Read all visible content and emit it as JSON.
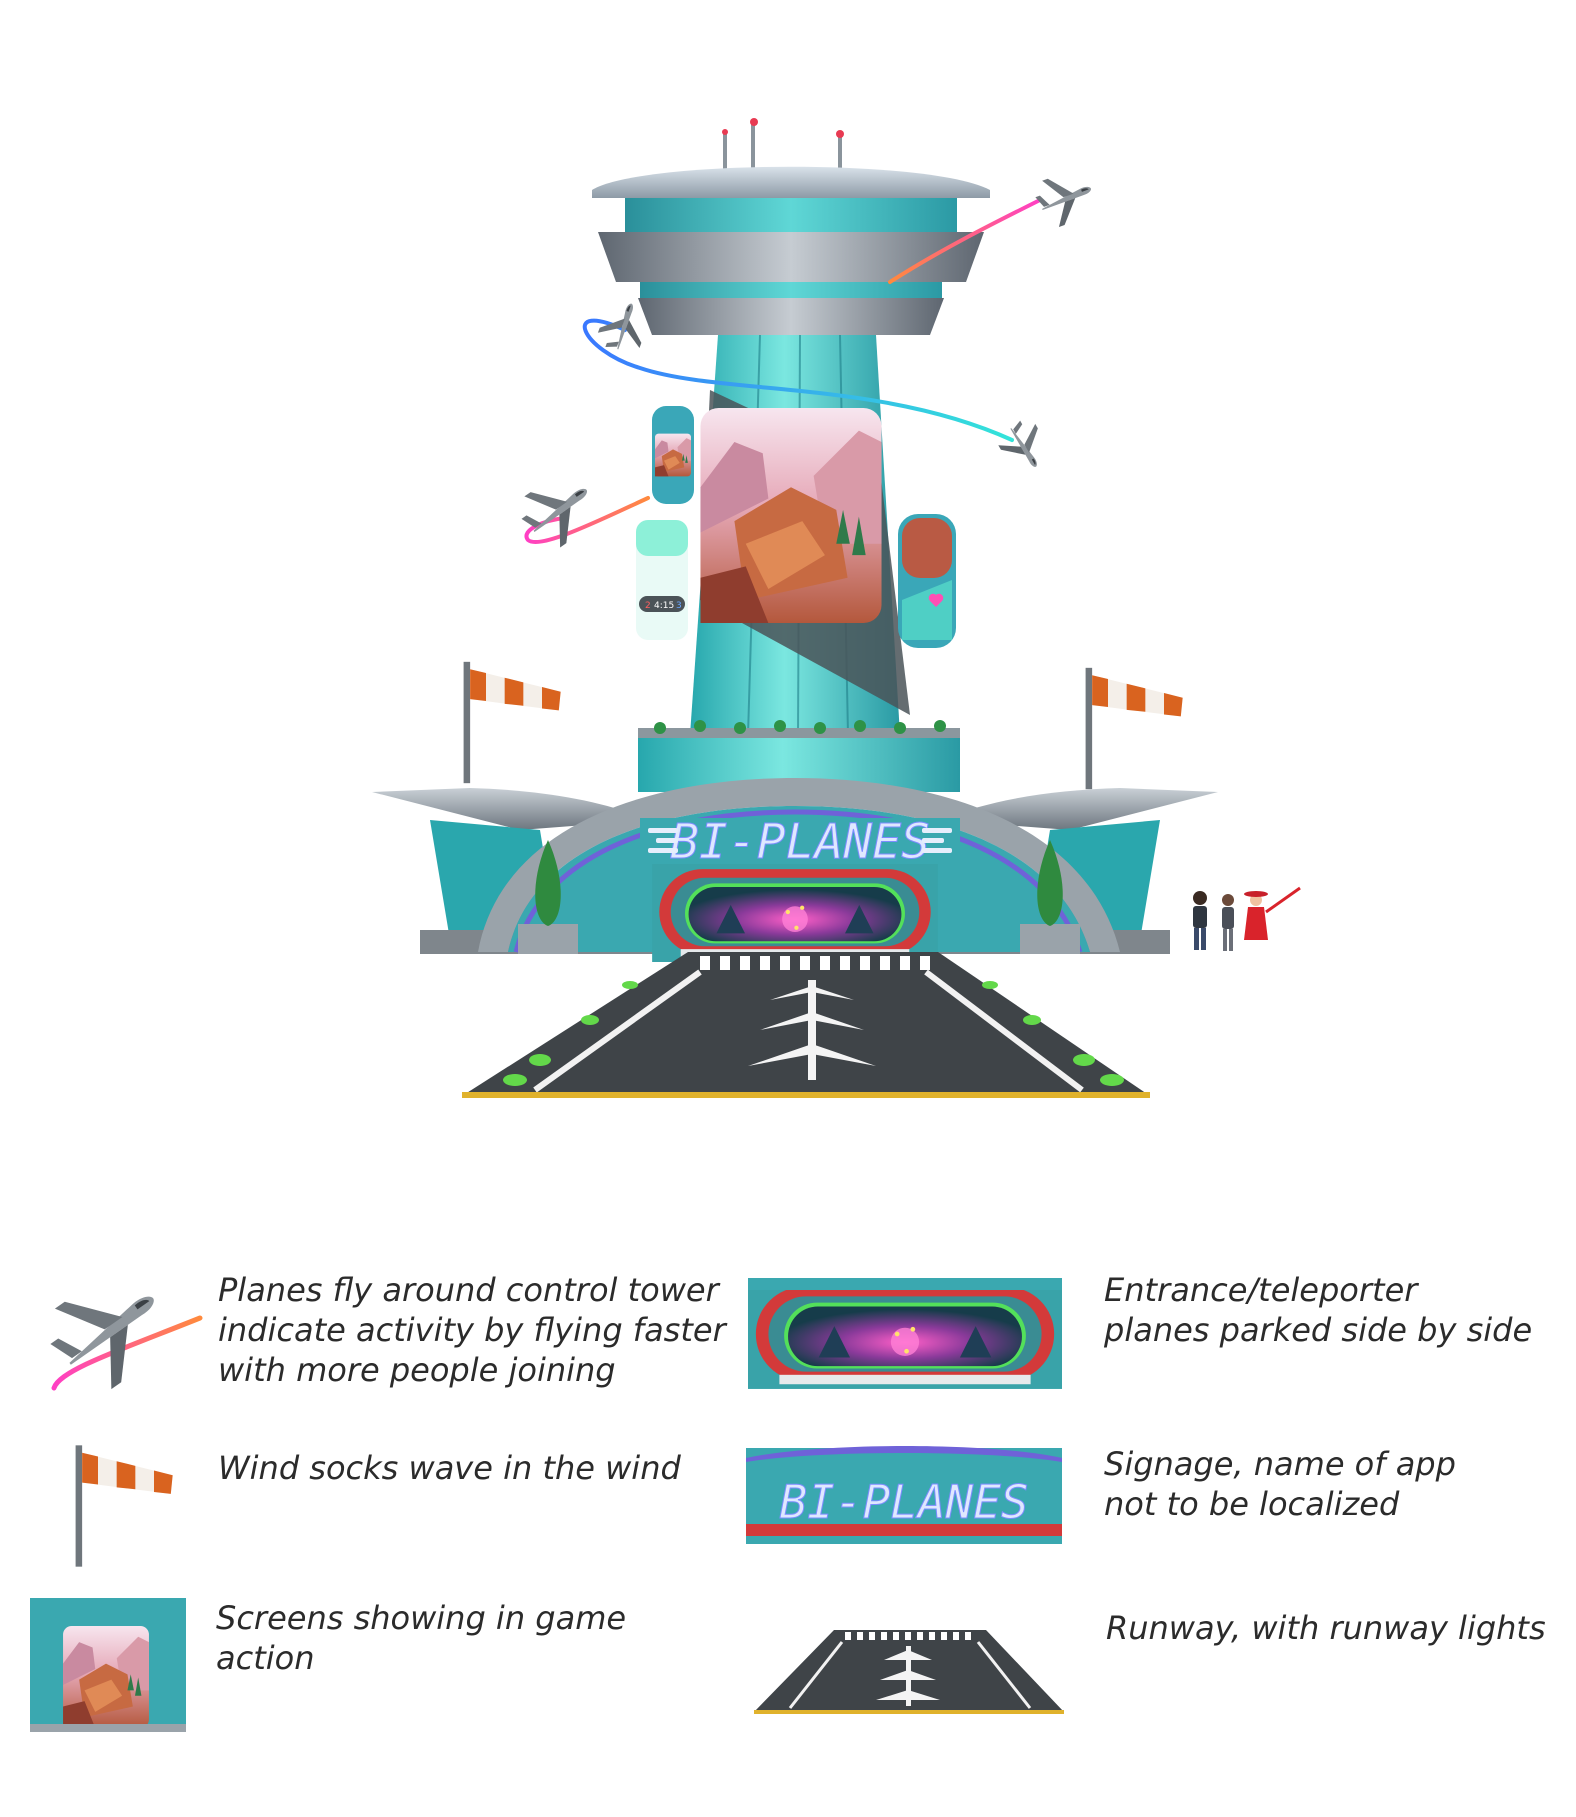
{
  "sign": {
    "text": "BI-PLANES"
  },
  "screen_ui": {
    "score_left": "2",
    "time": "4:15",
    "score_right": "3"
  },
  "legend": [
    {
      "id": "planes",
      "lines": [
        "Planes fly around control tower",
        "indicate activity by flying faster",
        "with more people joining"
      ]
    },
    {
      "id": "entrance",
      "lines": [
        "Entrance/teleporter",
        "planes parked side by side"
      ]
    },
    {
      "id": "windsocks",
      "lines": [
        "Wind socks wave in the wind"
      ]
    },
    {
      "id": "signage",
      "lines": [
        "Signage, name of app",
        "not to be localized"
      ]
    },
    {
      "id": "screens",
      "lines": [
        "Screens showing in game",
        "action"
      ]
    },
    {
      "id": "runway",
      "lines": [
        "Runway, with runway lights"
      ]
    }
  ],
  "colors": {
    "teal": "#2fb6b4",
    "teal_light": "#6fe0dc",
    "glass": "#3aa7b8",
    "steel": "#7d8790",
    "arch_purple": "#6f62d8",
    "arch_red": "#d33a3a",
    "portal_green": "#53e05a",
    "portal_pink": "#ff4fb4",
    "runway": "#3f4448",
    "windsock_orange": "#d9631f",
    "trail_orange": "#ff8a3d",
    "trail_pink": "#ff3fc4",
    "trail_blue": "#3a78ff",
    "trail_cyan": "#33e4d9"
  },
  "icons": [
    "plane-icon",
    "windsock-icon",
    "control-tower",
    "runway-arrow-icon"
  ]
}
